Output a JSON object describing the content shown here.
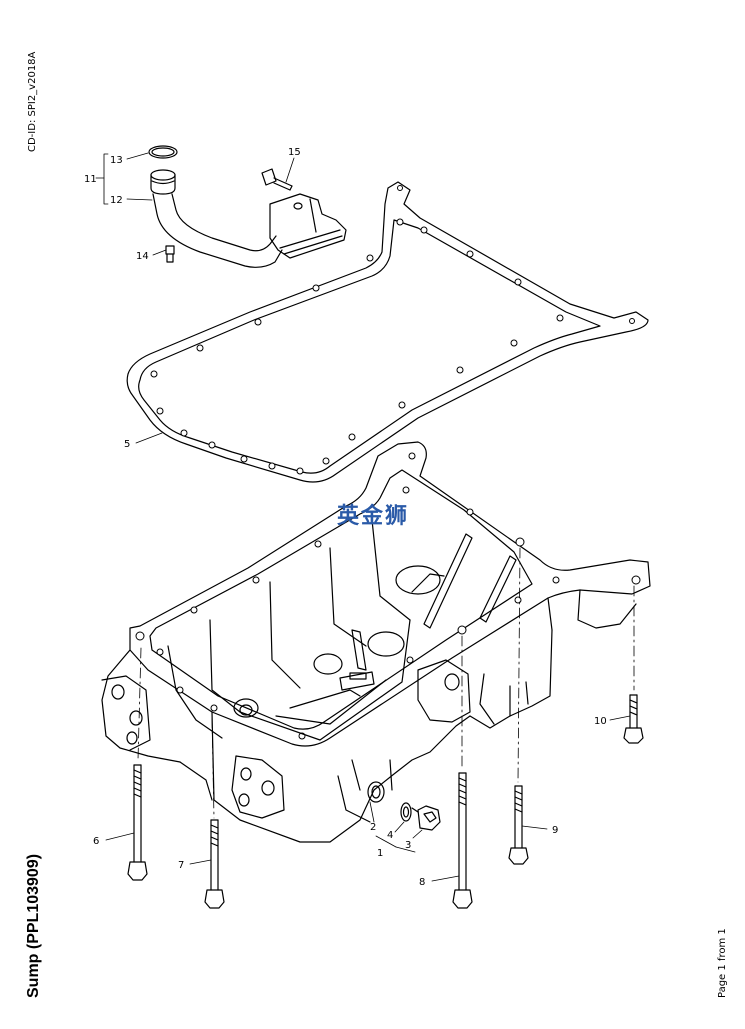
{
  "diagram_id": "CD-ID: SPI2_v2018A",
  "title": "Sump (PPL103909)",
  "page_label": "Page 1 from 1",
  "watermark_text": "英金狮",
  "callouts": {
    "c1": "1",
    "c2": "2",
    "c3": "3",
    "c4": "4",
    "c5": "5",
    "c6": "6",
    "c7": "7",
    "c8": "8",
    "c9": "9",
    "c10": "10",
    "c11": "11",
    "c12": "12",
    "c13": "13",
    "c14": "14",
    "c15": "15"
  },
  "colors": {
    "line": "#000000",
    "watermark": "#2a5aa8",
    "background": "#ffffff"
  }
}
